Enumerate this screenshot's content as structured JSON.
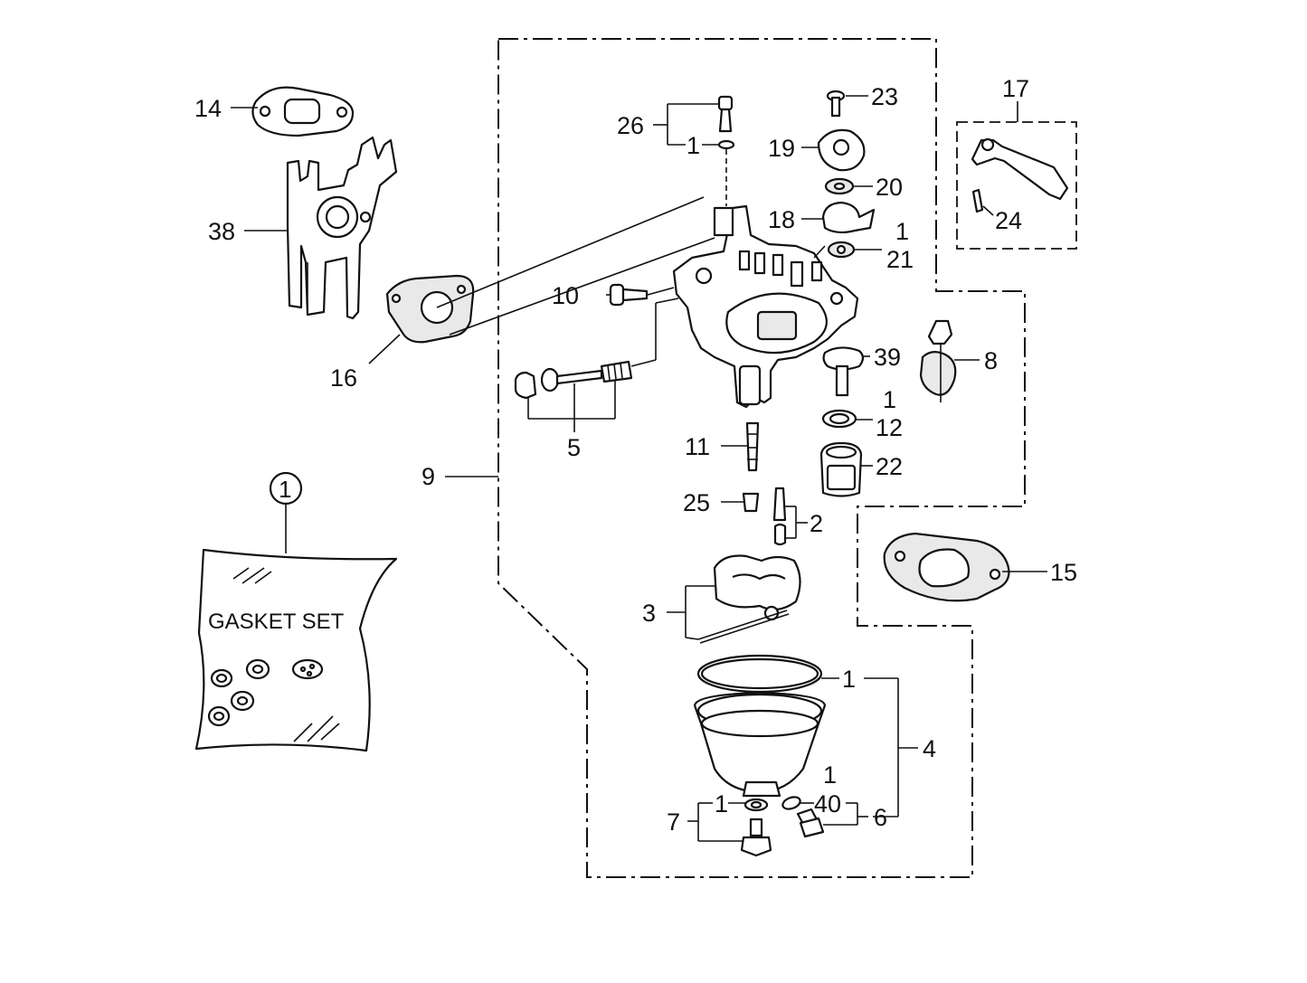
{
  "labels": {
    "l1_bag": "1",
    "l1_26": "1",
    "l1_21": "1",
    "l1_12": "1",
    "l1_bowl": "1",
    "l1_40": "1",
    "l1_7": "1",
    "l2": "2",
    "l3": "3",
    "l4": "4",
    "l5": "5",
    "l6": "6",
    "l7": "7",
    "l8": "8",
    "l9": "9",
    "l10": "10",
    "l11": "11",
    "l12": "12",
    "l14": "14",
    "l15": "15",
    "l16": "16",
    "l17": "17",
    "l18": "18",
    "l19": "19",
    "l20": "20",
    "l21": "21",
    "l22": "22",
    "l23": "23",
    "l24": "24",
    "l25": "25",
    "l26": "26",
    "l38": "38",
    "l39": "39",
    "l40": "40"
  },
  "gasket_set": {
    "title": "GASKET SET"
  }
}
